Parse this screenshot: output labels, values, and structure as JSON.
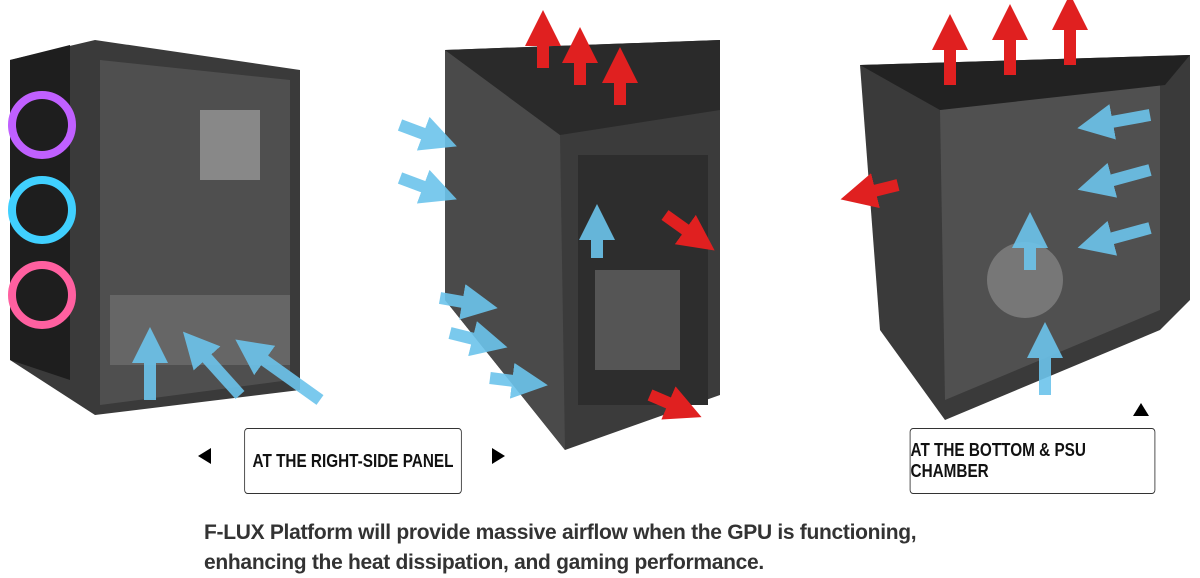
{
  "labels": {
    "right_side_panel": "AT THE RIGHT-SIDE PANEL",
    "bottom_psu": "AT THE BOTTOM & PSU CHAMBER"
  },
  "caption": {
    "line1": "F-LUX Platform will provide massive airflow when the GPU is functioning,",
    "line2": "enhancing the heat dissipation, and gaming performance."
  },
  "colors": {
    "intake": "#6cc4ec",
    "exhaust": "#e02020",
    "case": "#2a2a2a"
  }
}
